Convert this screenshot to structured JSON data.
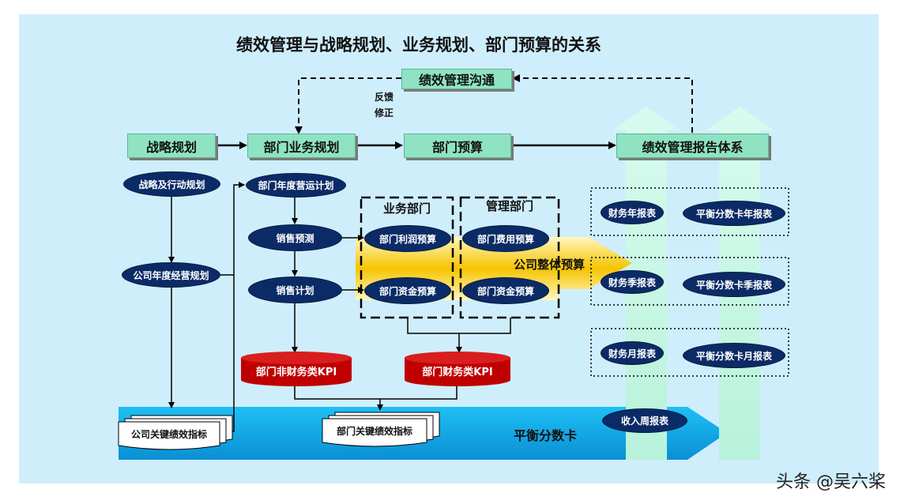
{
  "title": "绩效管理与战略规划、业务规划、部门预算的关系",
  "top_boxes": {
    "communication": "绩效管理沟通",
    "strategy": "战略规划",
    "dept_business_plan": "部门业务规划",
    "dept_budget": "部门预算",
    "report_system": "绩效管理报告体系"
  },
  "feedback_label": [
    "反馈",
    "修正"
  ],
  "left_column": {
    "strategy_action_plan": "战略及行动规划",
    "annual_business_plan": "公司年度经营规划",
    "company_kpi": "公司关键绩效指标"
  },
  "middle_column": {
    "annual_operation_plan": "部门年度营运计划",
    "sales_forecast": "销售预测",
    "sales_plan": "销售计划"
  },
  "business_dept": {
    "header": "业务部门",
    "profit_budget": "部门利润预算",
    "fund_budget": "部门资金预算"
  },
  "management_dept": {
    "header": "管理部门",
    "expense_budget": "部门费用预算",
    "fund_budget": "部门资金预算"
  },
  "overall_budget": "公司整体预算",
  "kpis": {
    "non_financial": "部门非财务类KPI",
    "financial": "部门财务类KPI",
    "dept_kpi": "部门关键绩效指标"
  },
  "balanced_scorecard": "平衡分数卡",
  "reports": {
    "annual": [
      "财务年报表",
      "平衡分数卡年报表"
    ],
    "quarterly": [
      "财务季报表",
      "平衡分数卡季报表"
    ],
    "monthly": [
      "财务月报表",
      "平衡分数卡月报表"
    ],
    "weekly": "收入周报表"
  },
  "watermark": "头条 @吴六桨",
  "colors": {
    "background": "#cfeefc",
    "green_box": "#8fe3c2",
    "navy_pill": "#0b2b66",
    "red_kpi": "#c00000",
    "arrow_blue": "#0aa6e8",
    "gold": "#f5c400"
  }
}
